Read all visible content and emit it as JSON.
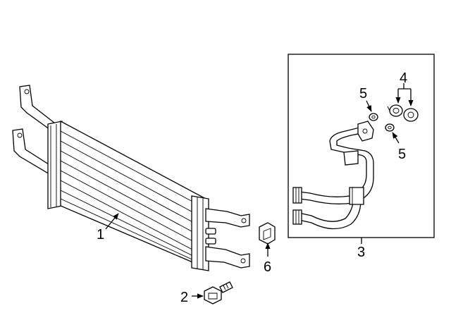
{
  "callouts": {
    "cooler": "1",
    "bolt": "2",
    "tube_assembly": "3",
    "bushings": "4",
    "washer_top": "5",
    "washer_bottom": "5",
    "bracket_clip": "6"
  }
}
